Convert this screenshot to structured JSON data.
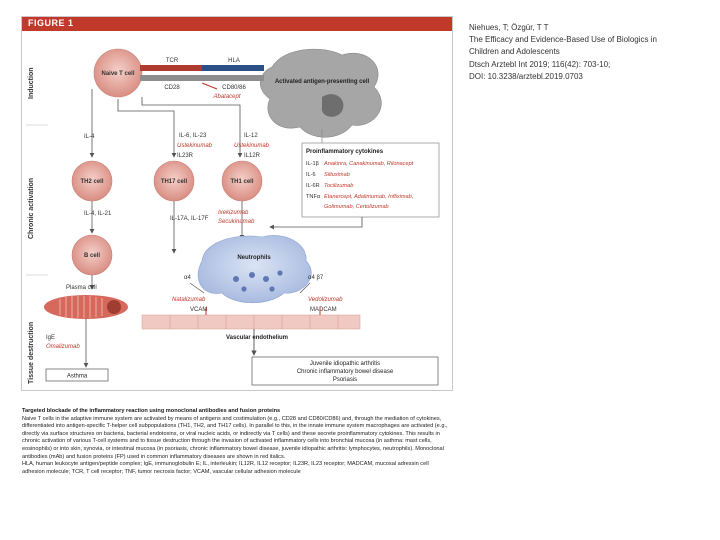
{
  "citation": {
    "authors": "Niehues, T; Özgür, T T",
    "title_line1": "The Efficacy and Evidence-Based Use of Biologics in",
    "title_line2": "Children and Adolescents",
    "journal": "Dtsch Arztebl Int 2019; 116(42): 703-10;",
    "doi": "DOI: 10.3238/arztebl.2019.0703"
  },
  "figure": {
    "label": "FIGURE 1",
    "stages": {
      "induction": "Induction",
      "chronic_activation": "Chronic activation",
      "tissue_destruction": "Tissue destruction"
    },
    "naive_t_cell": "Naive T cell",
    "apc": "Activated antigen-presenting cell",
    "tcr": "TCR",
    "hla": "HLA",
    "cd28": "CD28",
    "cd80_86": "CD80/86",
    "abatacept": "Abatacept",
    "il4": "IL-4",
    "il6_il23": "IL-6, IL-23",
    "il12": "IL-12",
    "ustekinumab_1": "Ustekinumab",
    "ustekinumab_2": "Ustekinumab",
    "il23r": "IL23R",
    "il12r": "IL12R",
    "th2": "TH2 cell",
    "th17": "TH17 cell",
    "th1": "TH1 cell",
    "il4_il21": "IL-4, IL-21",
    "il17a": "IL-17A, IL-17F",
    "ixekizumab": "Ixekizumab",
    "secukinumab": "Secukinumab",
    "b_cell": "B cell",
    "plasma_cell": "Plasma cell",
    "ige": "IgE",
    "omalizumab": "Omalizumab",
    "asthma": "Asthma",
    "neutrophils": "Neutrophils",
    "a4": "α4",
    "a4b7": "α4 β7",
    "natalizumab": "Natalizumab",
    "vedolizumab": "Vedolizumab",
    "vcam": "VCAM",
    "madcam": "MADCAM",
    "vascular": "Vascular endothelium",
    "cytokine_box": {
      "title": "Proinflammatory cytokines",
      "rows": [
        {
          "name": "IL-1β",
          "drugs": "Anakinra, Canakinumab, Rilonacept"
        },
        {
          "name": "IL-6",
          "drugs": "Siltuximab"
        },
        {
          "name": "IL-6R",
          "drugs": "Tocilizumab"
        },
        {
          "name": "TNFα",
          "drugs": "Etanercept, Adalimumab, Infliximab,"
        },
        {
          "name": "",
          "drugs": "Golimumab, Certolizumab"
        }
      ]
    },
    "diseases": [
      "Juvenile idiopathic arthritis",
      "Chronic inflammatory bowel disease",
      "Psoriasis"
    ]
  },
  "caption": {
    "title": "Targeted blockade of the inflammatory reaction using monoclonal antibodies and fusion proteins",
    "body": "Naive T cells in the adaptive immune system are activated by means of antigens and costimulation (e.g., CD28 and CD80/CD86) and, through the mediation of cytokines, differentiated into antigen-specific T-helper cell subpopulations (TH1, TH2, and TH17 cells). In parallel to this, in the innate immune system macrophages are activated (e.g., directly via surface structures on bacteria, bacterial endotoxins, or viral nucleic acids, or indirectly via T cells) and these secrete proinflammatory cytokines. This results in chronic activation of various T-cell systems and to tissue destruction through the invasion of activated inflammatory cells into bronchial mucosa (in asthma: mast cells, eosinophils) or into skin, synovia, or intestinal mucosa (in psoriasis, chronic inflammatory bowel disease, juvenile idiopathic arthritis: lymphocytes, neutrophils). Monoclonal antibodies (mAb) and fusion proteins (FP) used in common inflammatory diseases are shown in red italics.",
    "abbrev": "HLA, human leukocyte antigen/peptide complex; IgE, immunoglobulin E; IL, interleukin; IL12R, IL12 receptor; IL23R, IL23 receptor; MADCAM, mucosal adressin cell adhesion molecule; TCR, T cell receptor; TNF, tumor necrosis factor; VCAM, vascular cellular adhesion molecule"
  },
  "colors": {
    "header_red": "#c0392b",
    "drug_red": "#c0392b",
    "cell_pink": "#e7a9a0",
    "apc_gray": "#9b9b9b",
    "neutrophil_blue": "#bcc9e6",
    "plasma_pink": "#d9685b"
  }
}
